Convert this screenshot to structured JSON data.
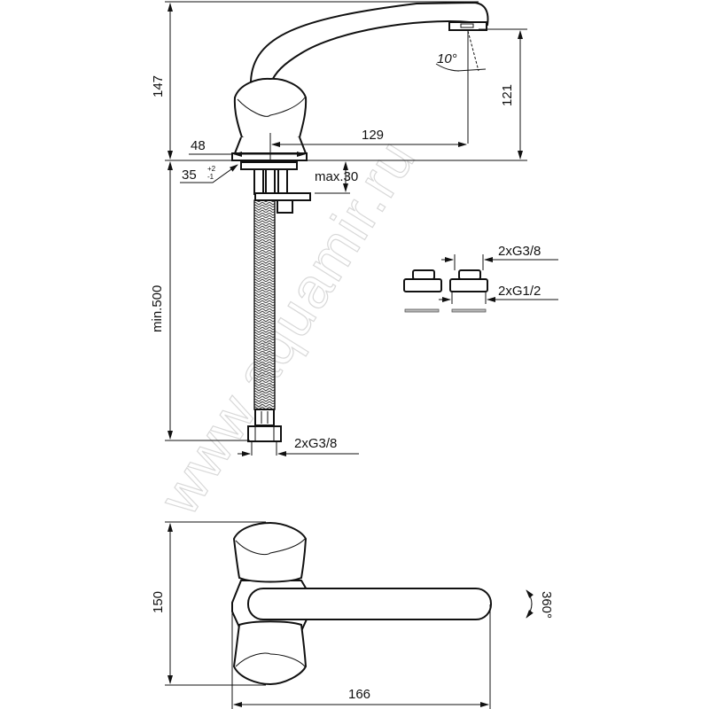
{
  "watermark": "www.aquamir.ru",
  "side_view": {
    "height_total": "147",
    "spout_height": "121",
    "spout_reach": "129",
    "base_width": "48",
    "hole_diameter": "35",
    "hole_tolerance_upper": "+2",
    "hole_tolerance_lower": "-1",
    "spout_angle": "10°",
    "max_counter_thickness": "max.30",
    "hose_length": "min.500",
    "hose_thread": "2xG3/8"
  },
  "adapters": {
    "thread_top": "2xG3/8",
    "thread_bottom": "2xG1/2"
  },
  "top_view": {
    "depth": "150",
    "length": "166",
    "rotation": "360°"
  }
}
